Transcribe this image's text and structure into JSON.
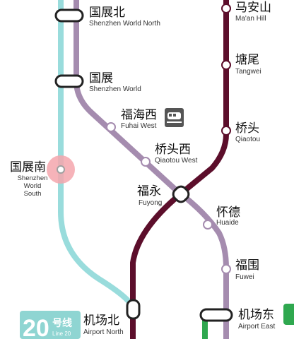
{
  "colors": {
    "line20": "#99dcdc",
    "line_purple": "#a58caf",
    "line_maroon": "#5c0e2b",
    "line_green": "#2fa84f",
    "line20_badge": "#8fd5d2",
    "station_fill": "#ffffff",
    "station_stroke": "#222222",
    "highlight": "#f4a6ad"
  },
  "stations": {
    "guozhanbei": {
      "zh": "国展北",
      "en": "Shenzhen World North"
    },
    "guozhan": {
      "zh": "国展",
      "en": "Shenzhen World"
    },
    "guozhannan": {
      "zh": "国展南",
      "en_line1": "Shenzhen",
      "en_line2": "World",
      "en_line3": "South"
    },
    "fuhaixi": {
      "zh": "福海西",
      "en": "Fuhai West"
    },
    "qiaotouxi": {
      "zh": "桥头西",
      "en": "Qiaotou West"
    },
    "fuyong": {
      "zh": "福永",
      "en": "Fuyong"
    },
    "huaide": {
      "zh": "怀德",
      "en": "Huaide"
    },
    "fuwei": {
      "zh": "福围",
      "en": "Fuwei"
    },
    "jichangbei": {
      "zh": "机场北",
      "en": "Airport North"
    },
    "jichangdong": {
      "zh": "机场东",
      "en": "Airport East"
    },
    "maanshan": {
      "zh": "马安山",
      "en": "Ma'an Hill"
    },
    "tangwei": {
      "zh": "塘尾",
      "en": "Tangwei"
    },
    "qiaotou": {
      "zh": "桥头",
      "en": "Qiaotou"
    }
  },
  "line_badge": {
    "number": "20",
    "zh": "号线",
    "en": "Line 20"
  },
  "icons": {
    "train": "train-icon"
  }
}
